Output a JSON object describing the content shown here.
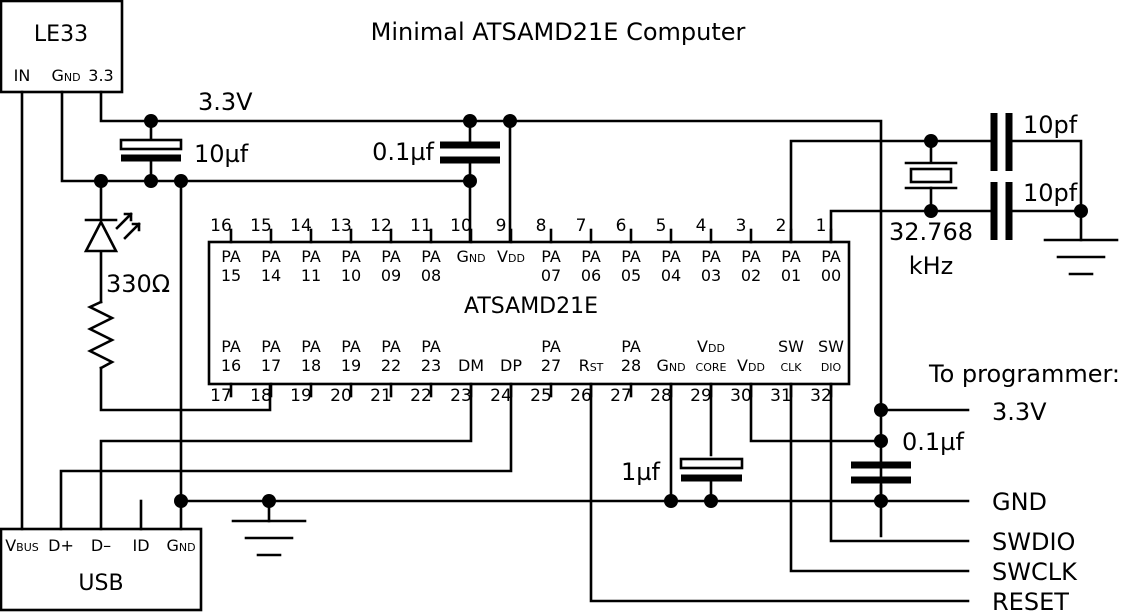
{
  "title": "Minimal ATSAMD21E Computer",
  "regulator": {
    "name": "LE33",
    "pin_in": "IN",
    "pin_gnd_g": "G",
    "pin_gnd_rest": "ND",
    "pin_out": "3.3"
  },
  "usb": {
    "name": "USB",
    "pins": [
      {
        "id": "vbus",
        "main": "V",
        "small": "BUS"
      },
      {
        "id": "dplus",
        "main": "D+",
        "small": ""
      },
      {
        "id": "dminus",
        "main": "D–",
        "small": ""
      },
      {
        "id": "id",
        "main": "ID",
        "small": ""
      },
      {
        "id": "gnd",
        "main": "G",
        "small": "ND"
      }
    ]
  },
  "rail_33_label": "3.3V",
  "components": {
    "c_bulk": "10µf",
    "c_decouple_top": "0.1µf",
    "resistor": "330Ω",
    "c_core": "1µf",
    "c_decouple_prog": "0.1µf",
    "c_xtal_a": "10pf",
    "c_xtal_b": "10pf",
    "crystal_freq": "32.768",
    "crystal_unit": "kHz"
  },
  "chip": {
    "name": "ATSAMD21E",
    "top_pin_numbers": [
      "16",
      "15",
      "14",
      "13",
      "12",
      "11",
      "10",
      "9",
      "8",
      "7",
      "6",
      "5",
      "4",
      "3",
      "2",
      "1"
    ],
    "top_pins": [
      {
        "l1": "PA",
        "l2": "15"
      },
      {
        "l1": "PA",
        "l2": "14"
      },
      {
        "l1": "PA",
        "l2": "11"
      },
      {
        "l1": "PA",
        "l2": "10"
      },
      {
        "l1": "PA",
        "l2": "09"
      },
      {
        "l1": "PA",
        "l2": "08"
      },
      {
        "big": "G",
        "small": "ND"
      },
      {
        "big": "V",
        "small": "DD"
      },
      {
        "l1": "PA",
        "l2": "07"
      },
      {
        "l1": "PA",
        "l2": "06"
      },
      {
        "l1": "PA",
        "l2": "05"
      },
      {
        "l1": "PA",
        "l2": "04"
      },
      {
        "l1": "PA",
        "l2": "03"
      },
      {
        "l1": "PA",
        "l2": "02"
      },
      {
        "l1": "PA",
        "l2": "01"
      },
      {
        "l1": "PA",
        "l2": "00"
      }
    ],
    "bottom_pin_numbers": [
      "17",
      "18",
      "19",
      "20",
      "21",
      "22",
      "23",
      "24",
      "25",
      "26",
      "27",
      "28",
      "29",
      "30",
      "31",
      "32"
    ],
    "bottom_pins": [
      {
        "l1": "PA",
        "l2": "16"
      },
      {
        "l1": "PA",
        "l2": "17"
      },
      {
        "l1": "PA",
        "l2": "18"
      },
      {
        "l1": "PA",
        "l2": "19"
      },
      {
        "l1": "PA",
        "l2": "22"
      },
      {
        "l1": "PA",
        "l2": "23"
      },
      {
        "l2": "DM"
      },
      {
        "l2": "DP"
      },
      {
        "l1": "PA",
        "l2": "27"
      },
      {
        "big": "R",
        "small": "ST"
      },
      {
        "l1": "PA",
        "l2": "28"
      },
      {
        "big": "G",
        "small": "ND"
      },
      {
        "l1s": "V",
        "l1t": "DD",
        "l2small": "CORE"
      },
      {
        "big": "V",
        "small": "DD"
      },
      {
        "l1": "SW",
        "l2small": "CLK"
      },
      {
        "l1": "SW",
        "l2small": "DIO"
      }
    ]
  },
  "programmer": {
    "heading": "To programmer:",
    "signals": [
      "3.3V",
      "GND",
      "SWDIO",
      "SWCLK",
      "RESET"
    ]
  }
}
